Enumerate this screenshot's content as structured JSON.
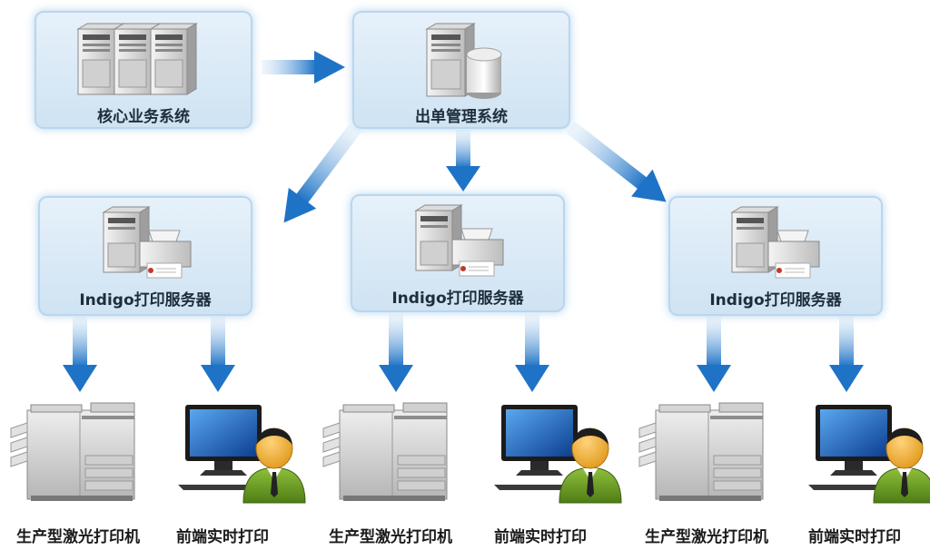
{
  "nodes": {
    "core_system": {
      "label": "核心业务系统"
    },
    "billing_system": {
      "label": "出单管理系统"
    },
    "print_servers": [
      {
        "label": "Indigo打印服务器"
      },
      {
        "label": "Indigo打印服务器"
      },
      {
        "label": "Indigo打印服务器"
      }
    ],
    "endpoints": [
      {
        "label": "生产型激光打印机",
        "icon": "production-laser-printer-icon"
      },
      {
        "label": "前端实时打印",
        "icon": "workstation-user-icon"
      },
      {
        "label": "生产型激光打印机",
        "icon": "production-laser-printer-icon"
      },
      {
        "label": "前端实时打印",
        "icon": "workstation-user-icon"
      },
      {
        "label": "生产型激光打印机",
        "icon": "production-laser-printer-icon"
      },
      {
        "label": "前端实时打印",
        "icon": "workstation-user-icon"
      }
    ]
  },
  "colors": {
    "arrow": "#1f73c6",
    "box_fill": "#d9eaf7",
    "box_border": "#b9d6ee",
    "label_text": "#1f2d3a"
  }
}
